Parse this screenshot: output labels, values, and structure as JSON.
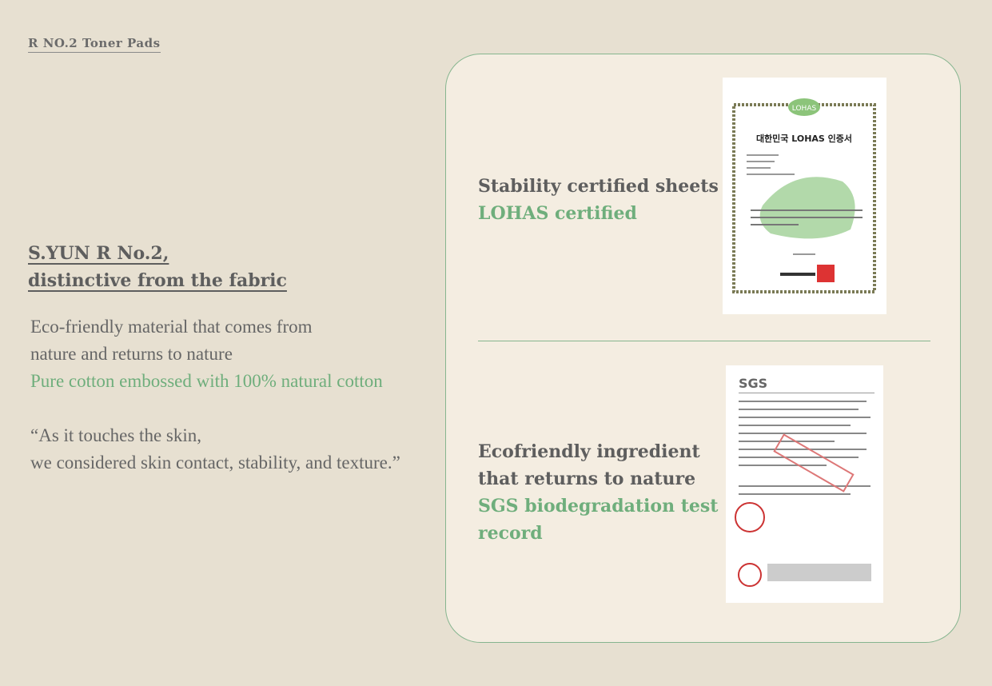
{
  "breadcrumb": "R NO.2 Toner Pads",
  "heading": {
    "line1": "S.YUN R No.2,",
    "line2": "distinctive from the fabric"
  },
  "body": {
    "line1": "Eco-friendly material that comes from",
    "line2": "nature and returns to nature",
    "highlight": "Pure cotton embossed with 100% natural cotton"
  },
  "quote": {
    "line1": "“As it touches the skin,",
    "line2": "we considered skin contact, stability, and texture.”"
  },
  "card": {
    "item1": {
      "title": "Stability certified sheets",
      "highlight": "LOHAS certified",
      "image_text": "대한민국 LOHAS 인증서",
      "logo": "LOHAS"
    },
    "item2": {
      "title1": "Ecofriendly ingredient",
      "title2": "that returns to nature",
      "highlight1": "SGS biodegradation test",
      "highlight2": "record",
      "logo": "SGS"
    }
  },
  "colors": {
    "accent": "#6fae7c",
    "background": "#e7e0d1",
    "card": "#f4ede1"
  }
}
